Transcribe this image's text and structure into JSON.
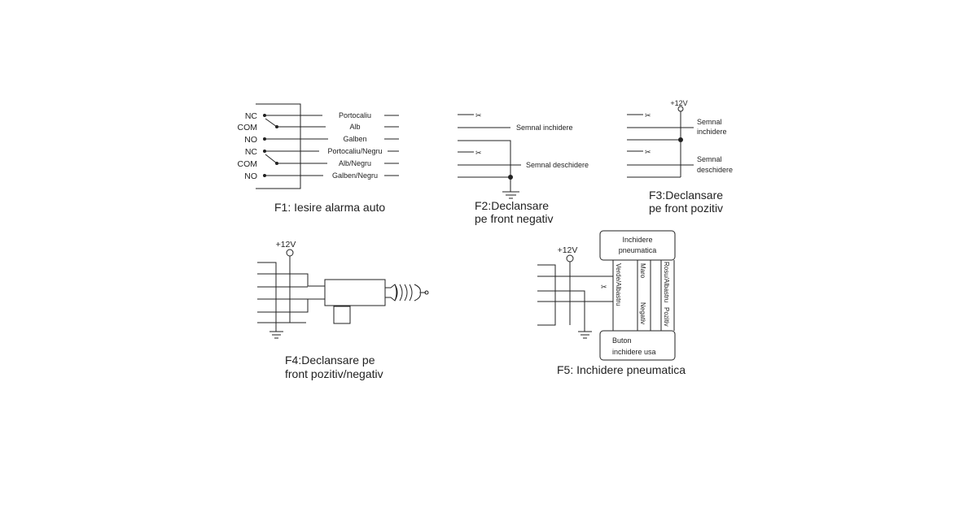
{
  "f1": {
    "left_labels": [
      "NC",
      "COM",
      "NO",
      "NC",
      "COM",
      "NO"
    ],
    "wires": [
      "Portocaliu",
      "Alb",
      "Galben",
      "Portocaliu/Negru",
      "Alb/Negru",
      "Galben/Negru"
    ],
    "caption": "F1: Iesire alarma auto"
  },
  "f2": {
    "signal_close": "Semnal inchidere",
    "signal_open": "Semnal deschidere",
    "caption_line1": "F2:Declansare",
    "caption_line2": "pe front negativ"
  },
  "f3": {
    "voltage": "+12V",
    "signal_close_1": "Semnal",
    "signal_close_2": "inchidere",
    "signal_open_1": "Semnal",
    "signal_open_2": "deschidere",
    "caption_line1": "F3:Declansare",
    "caption_line2": "pe front pozitiv"
  },
  "f4": {
    "voltage": "+12V",
    "caption_line1": "F4:Declansare pe",
    "caption_line2": "front pozitiv/negativ"
  },
  "f5": {
    "voltage": "+12V",
    "top_box_1": "Inchidere",
    "top_box_2": "pneumatica",
    "bottom_box_1": "Buton",
    "bottom_box_2": "inchidere usa",
    "wire_green": "Verde/Albastru",
    "wire_brown": "Maro",
    "wire_negative": "Negativ",
    "wire_red": "Rosu/Albastru",
    "wire_positive": "Pozitiv",
    "caption": "F5: Inchidere pneumatica"
  }
}
